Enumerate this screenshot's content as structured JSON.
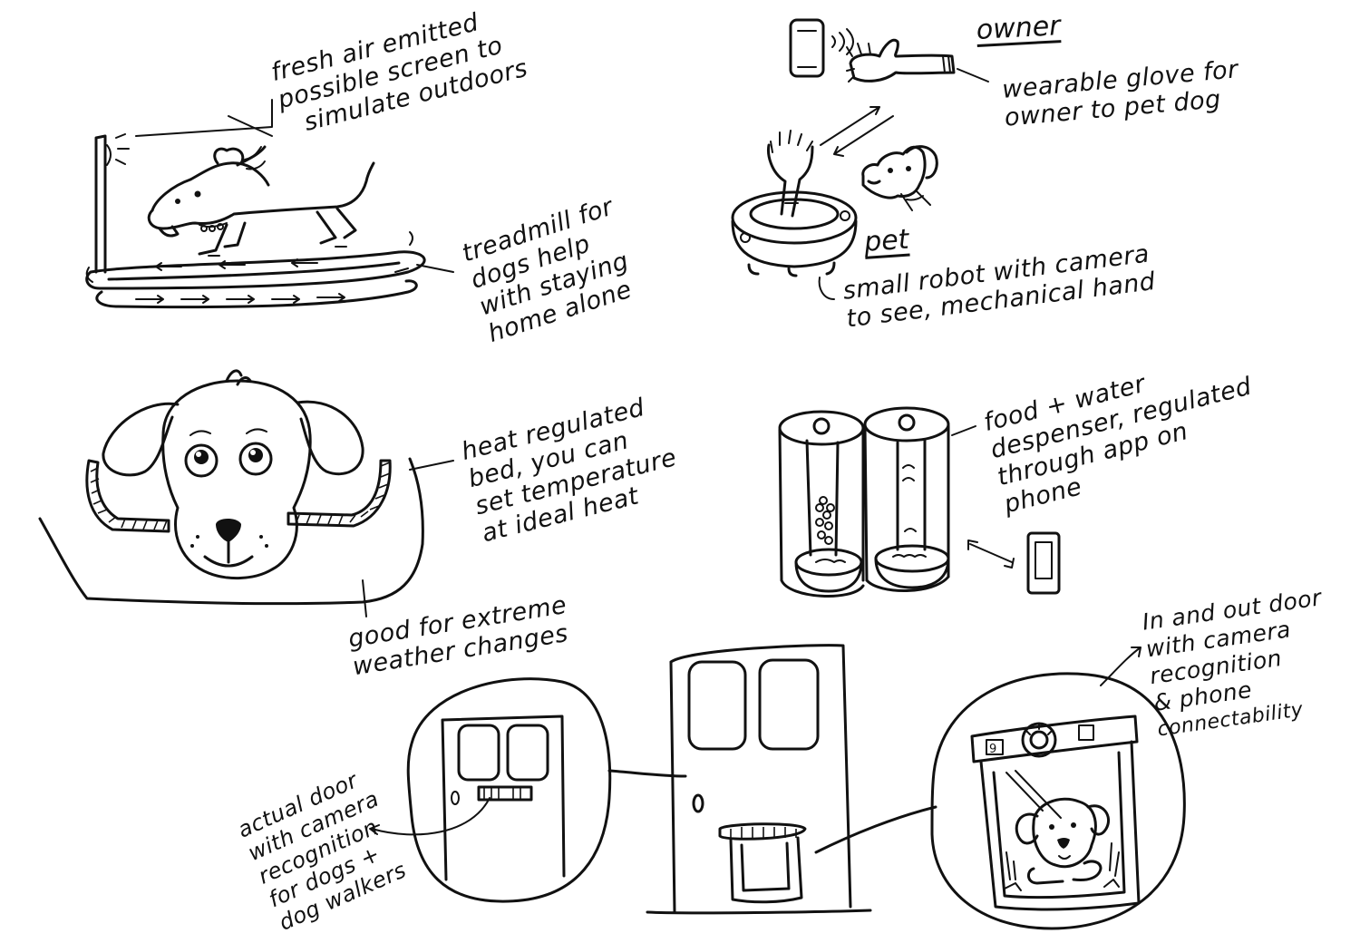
{
  "labels": {
    "fresh_air": [
      "fresh air emitted",
      "possible screen to",
      "simulate outdoors"
    ],
    "treadmill": [
      "treadmill for",
      "dogs help",
      "with staying",
      "home alone"
    ],
    "owner": "owner",
    "glove": [
      "wearable glove for",
      "owner to pet dog"
    ],
    "pet": "pet",
    "robot": [
      "small robot with camera",
      "to see, mechanical hand"
    ],
    "bed": [
      "heat regulated",
      "bed, you can",
      "set temperature",
      "at ideal heat"
    ],
    "weather": [
      "good for extreme",
      "weather changes"
    ],
    "dispenser": [
      "food + water",
      "despenser, regulated",
      "through app on",
      "phone"
    ],
    "pet_door": [
      "In and out door",
      "with camera",
      "recognition",
      "& phone",
      "connectability"
    ],
    "actual_door": [
      "actual door",
      "with camera",
      "recognition",
      "for dogs +",
      "dog walkers"
    ]
  }
}
